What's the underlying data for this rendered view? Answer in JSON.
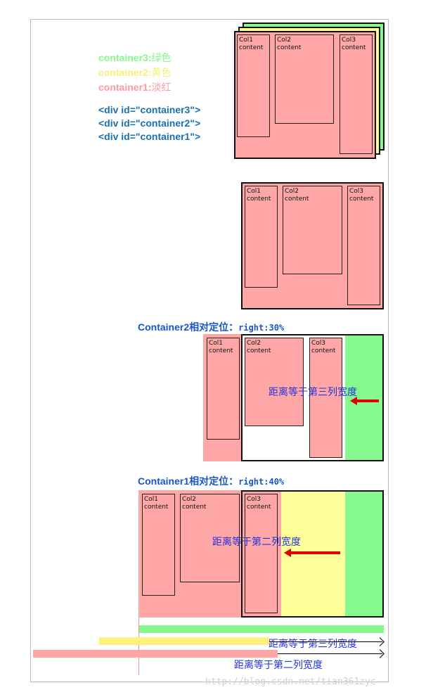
{
  "legend": {
    "c3": {
      "name": "container3:",
      "color_text": "绿色"
    },
    "c2": {
      "name": "container2:",
      "color_text": "黄色"
    },
    "c1": {
      "name": "container1:",
      "color_text": "淡红"
    }
  },
  "code_lines": [
    "<div id=\"container3\">",
    "<div id=\"container2\">",
    "<div id=\"container1\">"
  ],
  "col_label": "content",
  "cols": [
    "Col1",
    "Col2",
    "Col3"
  ],
  "section2": {
    "title": "Container2",
    "desc": "相对定位：",
    "code": "right:30%"
  },
  "section3": {
    "title": "Container1",
    "desc": "相对定位：",
    "code": "right:40%"
  },
  "annotations": {
    "third_col": "距离等于第三列宽度",
    "second_col": "距离等于第二列宽度"
  },
  "watermark": "http://blog.csdn.net/tian361zyc",
  "colors": {
    "green": "#86f98e",
    "yellow": "#ffff9a",
    "pink": "#ffa6a6",
    "code_blue": "#1a6fb5",
    "annot_blue": "#2233dd",
    "arrow_red": "#e00000"
  }
}
